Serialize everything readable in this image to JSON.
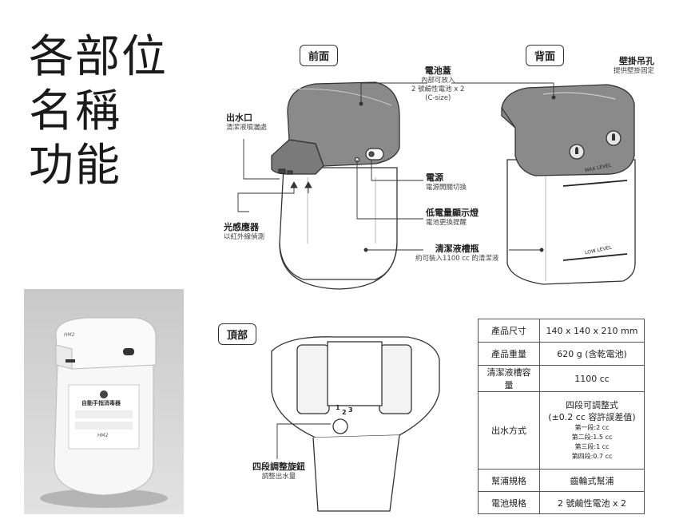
{
  "title": [
    "各部位",
    "名稱",
    "功能"
  ],
  "views": {
    "front": "前面",
    "back": "背面",
    "top": "頂部"
  },
  "callouts": {
    "battery_cover": {
      "label": "電池蓋",
      "sub": [
        "內部可放入",
        "2 號鹼性電池 x 2",
        "(C-size)"
      ]
    },
    "wall_hole": {
      "label": "壁掛吊孔",
      "sub": "提供壁掛固定"
    },
    "outlet": {
      "label": "出水口",
      "sub": "清潔液噴灑處"
    },
    "sensor": {
      "label": "光感應器",
      "sub": "以紅外線偵測"
    },
    "power": {
      "label": "電源",
      "sub": "電源開關切換"
    },
    "low_battery": {
      "label": "低電量顯示燈",
      "sub": "電池更換提醒"
    },
    "tank": {
      "label": "清潔液槽瓶",
      "sub": "約可裝入1100 cc 的清潔液"
    },
    "knob": {
      "label": "四段調整旋鈕",
      "sub": "調整出水量"
    }
  },
  "levels": {
    "max": "MAX LEVEL",
    "low": "LOW LEVEL"
  },
  "knob_marks": [
    "1",
    "2",
    "3"
  ],
  "photo": {
    "brand": "HM2",
    "panel_title": "自動手指消毒器",
    "model": "HM2"
  },
  "specs": [
    {
      "key": "產品尺寸",
      "value": "140 x 140 x 210 mm"
    },
    {
      "key": "產品重量",
      "value": "620 g (含乾電池)"
    },
    {
      "key": "清潔液槽容量",
      "value": "1100 cc"
    },
    {
      "key": "出水方式",
      "value": [
        "四段可調整式",
        "(±0.2 cc 容許誤差值)"
      ],
      "sub": [
        "第一段:2 cc",
        "第二段:1.5 cc",
        "第三段:1 cc",
        "第四段:0.7 cc"
      ]
    },
    {
      "key": "幫浦規格",
      "value": "齒輪式幫浦"
    },
    {
      "key": "電池規格",
      "value": "2 號鹼性電池 x 2"
    }
  ]
}
